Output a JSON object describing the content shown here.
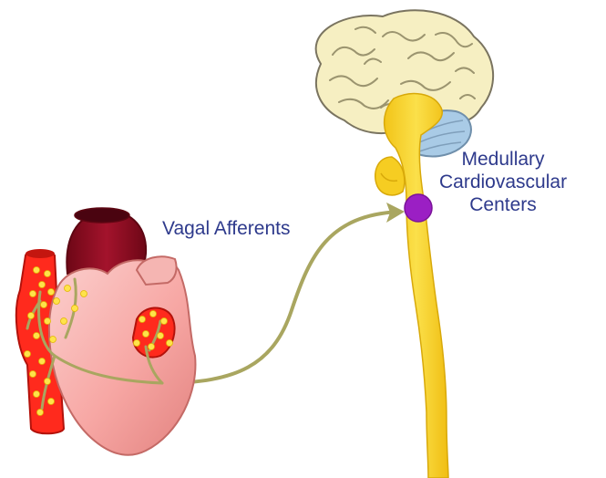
{
  "labels": {
    "vagal_afferents": "Vagal Afferents",
    "medullary_line1": "Medullary",
    "medullary_line2": "Cardiovascular",
    "medullary_line3": "Centers"
  },
  "colors": {
    "brain": "#f6efc2",
    "brain_outline": "#7a7460",
    "cerebellum": "#a9cbe6",
    "brainstem": "#f8d42a",
    "medulla_center": "#9b1fc4",
    "nerve": "#a9a660",
    "heart_pink": "#f7a7a4",
    "aorta": "#8f0f24",
    "atria_red": "#ff2a1d",
    "receptor_dots": "#ffe34a",
    "label_text": "#2e3a8c"
  },
  "icons": [
    "brain-illustration",
    "heart-illustration",
    "arrowhead-icon"
  ]
}
